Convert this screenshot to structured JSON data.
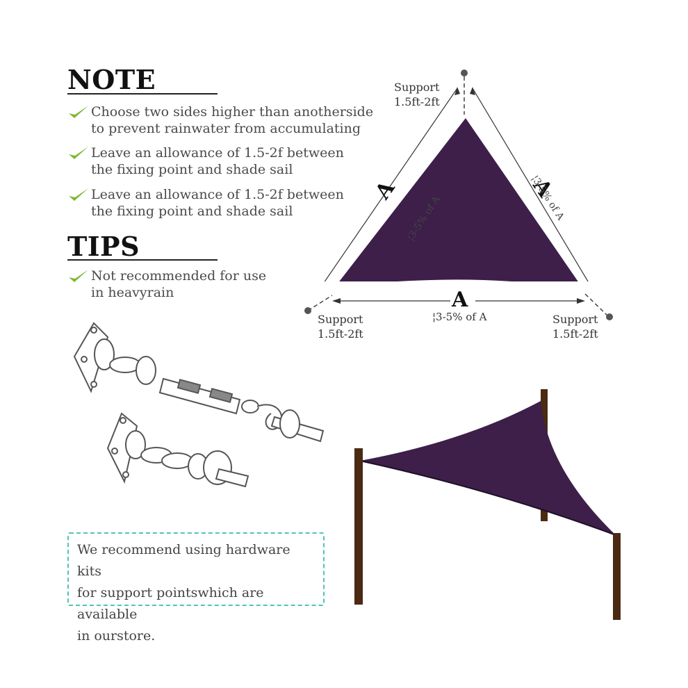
{
  "note": {
    "heading": "NOTE",
    "items": [
      "Choose two sides higher than anotherside\nto prevent rainwater from accumulating",
      "Leave an allowance of 1.5-2f between\nthe fixing point and shade sail",
      "Leave an allowance of 1.5-2f between\nthe fixing point and shade sail"
    ]
  },
  "tips": {
    "heading": "TIPS",
    "items": [
      "Not recommended for use\nin heavyrain"
    ]
  },
  "recommend": "We recommend using hardware kits\nfor support pointswhich are available\nin ourstore.",
  "diagram": {
    "side_label": "A",
    "percent_label": "¦3-5% of A",
    "support_label": "Support\n1.5ft-2ft"
  },
  "colors": {
    "sail": "#3d1f4a",
    "check": "#7cb82f",
    "box_border": "#4fc4b4",
    "post": "#4a2a12"
  }
}
